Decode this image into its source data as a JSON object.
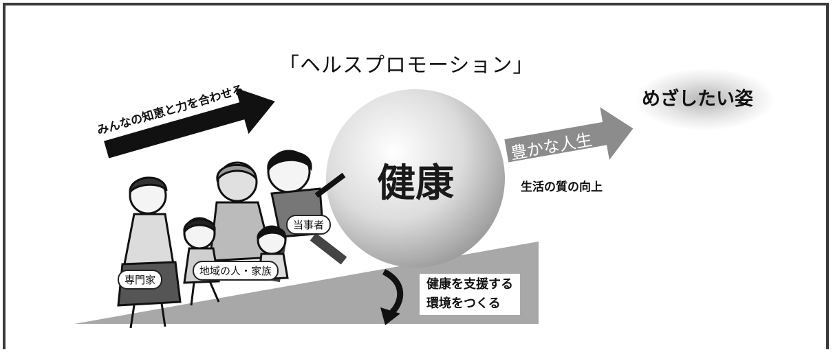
{
  "title": "「ヘルスプロモーション」",
  "goal": "めざしたい姿",
  "arrow_text": "みんなの知恵と力を合わせる",
  "ball_label": "健康",
  "life_arrow_text": "豊かな人生",
  "quality_text": "生活の質の向上",
  "people_labels": {
    "party": "当事者",
    "community": "地域の人・家族",
    "expert": "専門家"
  },
  "environment_text": "健康を支援する\n環境をつくる",
  "colors": {
    "frame": "#3a3a3a",
    "slope": "#a8a8a8",
    "life_arrow": "#8c8c8c",
    "ball_light": "#ffffff",
    "ball_dark": "#9a9a9a"
  }
}
